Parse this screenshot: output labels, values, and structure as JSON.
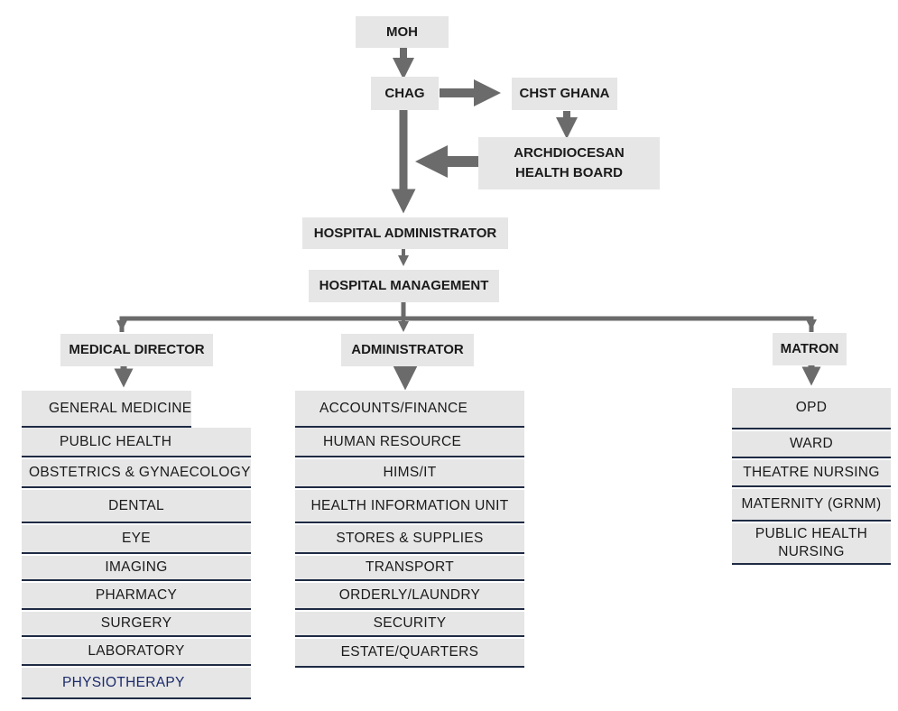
{
  "top": {
    "moh": "MOH",
    "chag": "CHAG",
    "chst": "CHST GHANA",
    "archdiocesan": "ARCHDIOCESAN HEALTH BOARD",
    "hospital_administrator": "HOSPITAL ADMINISTRATOR",
    "hospital_management": "HOSPITAL MANAGEMENT"
  },
  "branches": {
    "medical_director": {
      "title": "MEDICAL DIRECTOR",
      "items": [
        "GENERAL MEDICINE",
        "PUBLIC HEALTH",
        "OBSTETRICS & GYNAECOLOGY",
        "DENTAL",
        "EYE",
        "IMAGING",
        "PHARMACY",
        "SURGERY",
        "LABORATORY",
        "PHYSIOTHERAPY"
      ]
    },
    "administrator": {
      "title": "ADMINISTRATOR",
      "items": [
        "ACCOUNTS/FINANCE",
        "HUMAN RESOURCE",
        "HIMS/IT",
        "HEALTH INFORMATION UNIT",
        "STORES & SUPPLIES",
        "TRANSPORT",
        "ORDERLY/LAUNDRY",
        "SECURITY",
        "ESTATE/QUARTERS"
      ]
    },
    "matron": {
      "title": "MATRON",
      "items": [
        "OPD",
        "WARD",
        "THEATRE NURSING",
        "MATERNITY (GRNM)",
        "PUBLIC HEALTH NURSING"
      ]
    }
  },
  "colors": {
    "box_fill": "#e6e6e6",
    "arrow": "#6b6b6b",
    "row_border": "#1f2b44",
    "physiotherapy_text": "#1b2a6b"
  }
}
